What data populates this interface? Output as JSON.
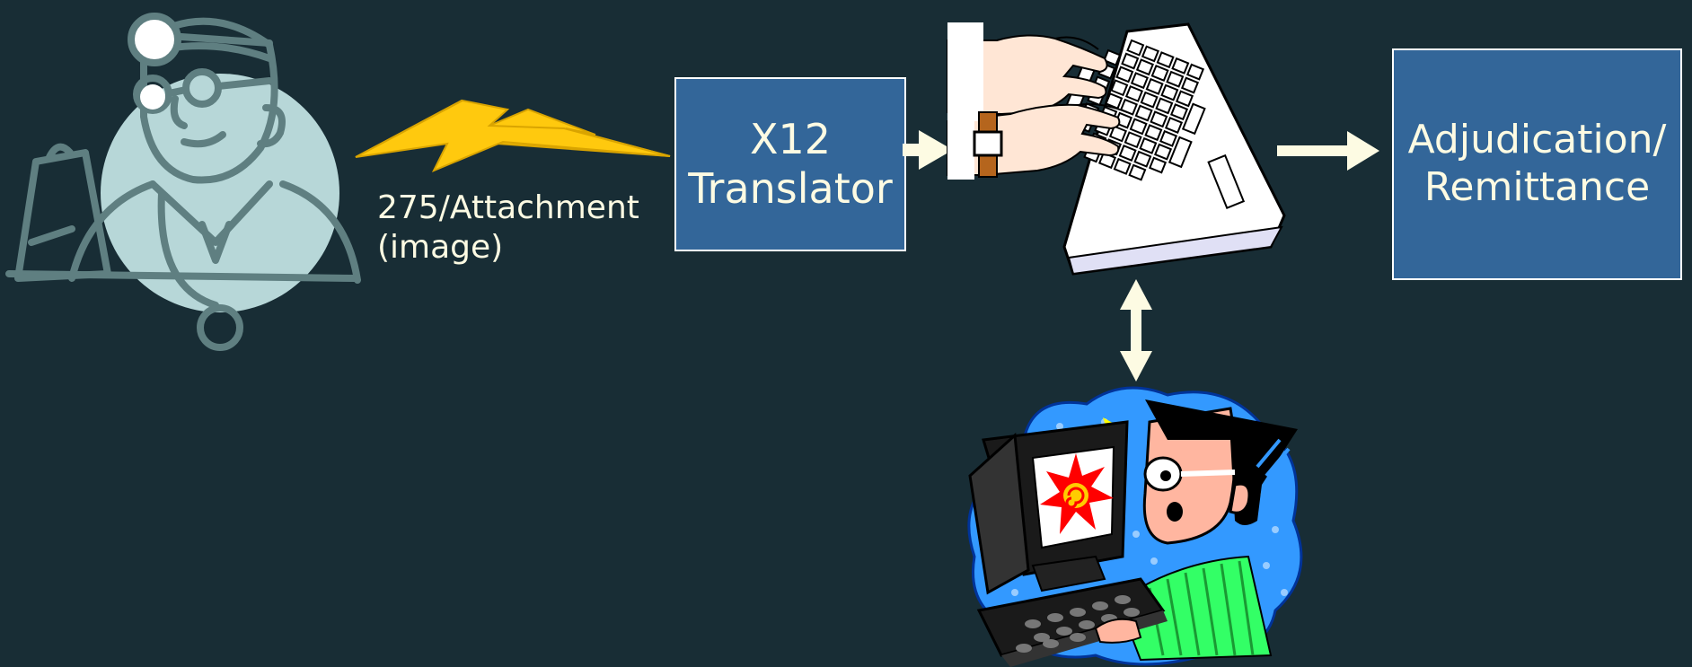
{
  "attachment": {
    "line1": "275/Attachment",
    "line2": "(image)"
  },
  "translator": {
    "line1": "X12",
    "line2": "Translator"
  },
  "adjudication": {
    "line1": "Adjudication/",
    "line2": "Remittance"
  },
  "colors": {
    "background": "#182d35",
    "box_fill": "#336699",
    "box_border": "#ffffff",
    "text": "#fdfbe3",
    "arrow": "#fdfbe3",
    "lightning": "#ffc90e",
    "doctor_circle": "#b7d7d8",
    "doctor_line": "#5f7f81"
  },
  "icons": [
    "doctor-icon",
    "lightning-bolt-icon",
    "keyboard-hands-icon",
    "frustrated-computer-user-icon"
  ]
}
